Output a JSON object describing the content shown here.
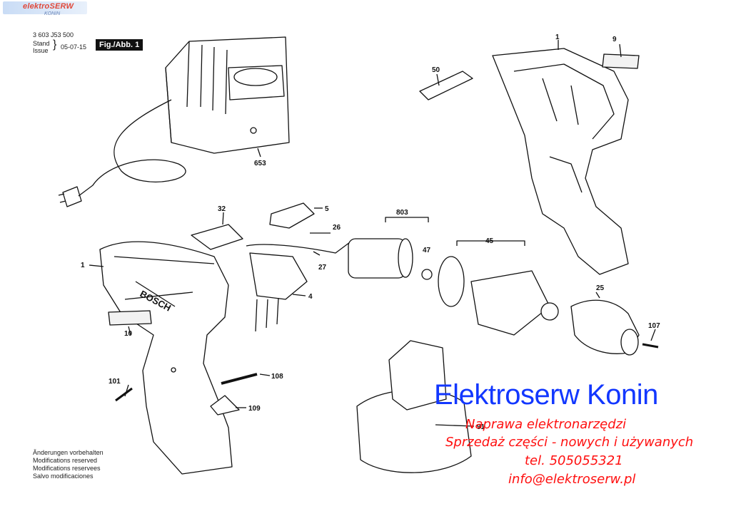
{
  "logo": {
    "brand": "elektroSERW",
    "sub": "KONIN"
  },
  "header": {
    "part_number": "3 603 J53 500",
    "stand_label_1": "Stand",
    "stand_label_2": "Issue",
    "date": "05-07-15",
    "figure": "Fig./Abb. 1"
  },
  "notes": [
    "Änderungen vorbehalten",
    "Modifications reserved",
    "Modifications reservees",
    "Salvo modificaciones"
  ],
  "watermark": {
    "title": "Elektroserw Konin",
    "line1": "Naprawa elektronarzędzi",
    "line2": "Sprzedaż części - nowych i używanych",
    "line3": "tel. 505055321",
    "line4": "info@elektroserw.pl"
  },
  "parts": {
    "charger": "653",
    "housing_left": "1",
    "housing_right": "1",
    "label_9": "9",
    "label_10": "10",
    "part_50": "50",
    "part_32": "32",
    "part_5": "5",
    "part_26": "26",
    "part_27": "27",
    "part_4": "4",
    "motor_803": "803",
    "part_47": "47",
    "gearbox_45": "45",
    "chuck_25": "25",
    "screw_107": "107",
    "screw_101": "101",
    "bit_108": "108",
    "clip_109": "109",
    "battery_91": "91"
  }
}
